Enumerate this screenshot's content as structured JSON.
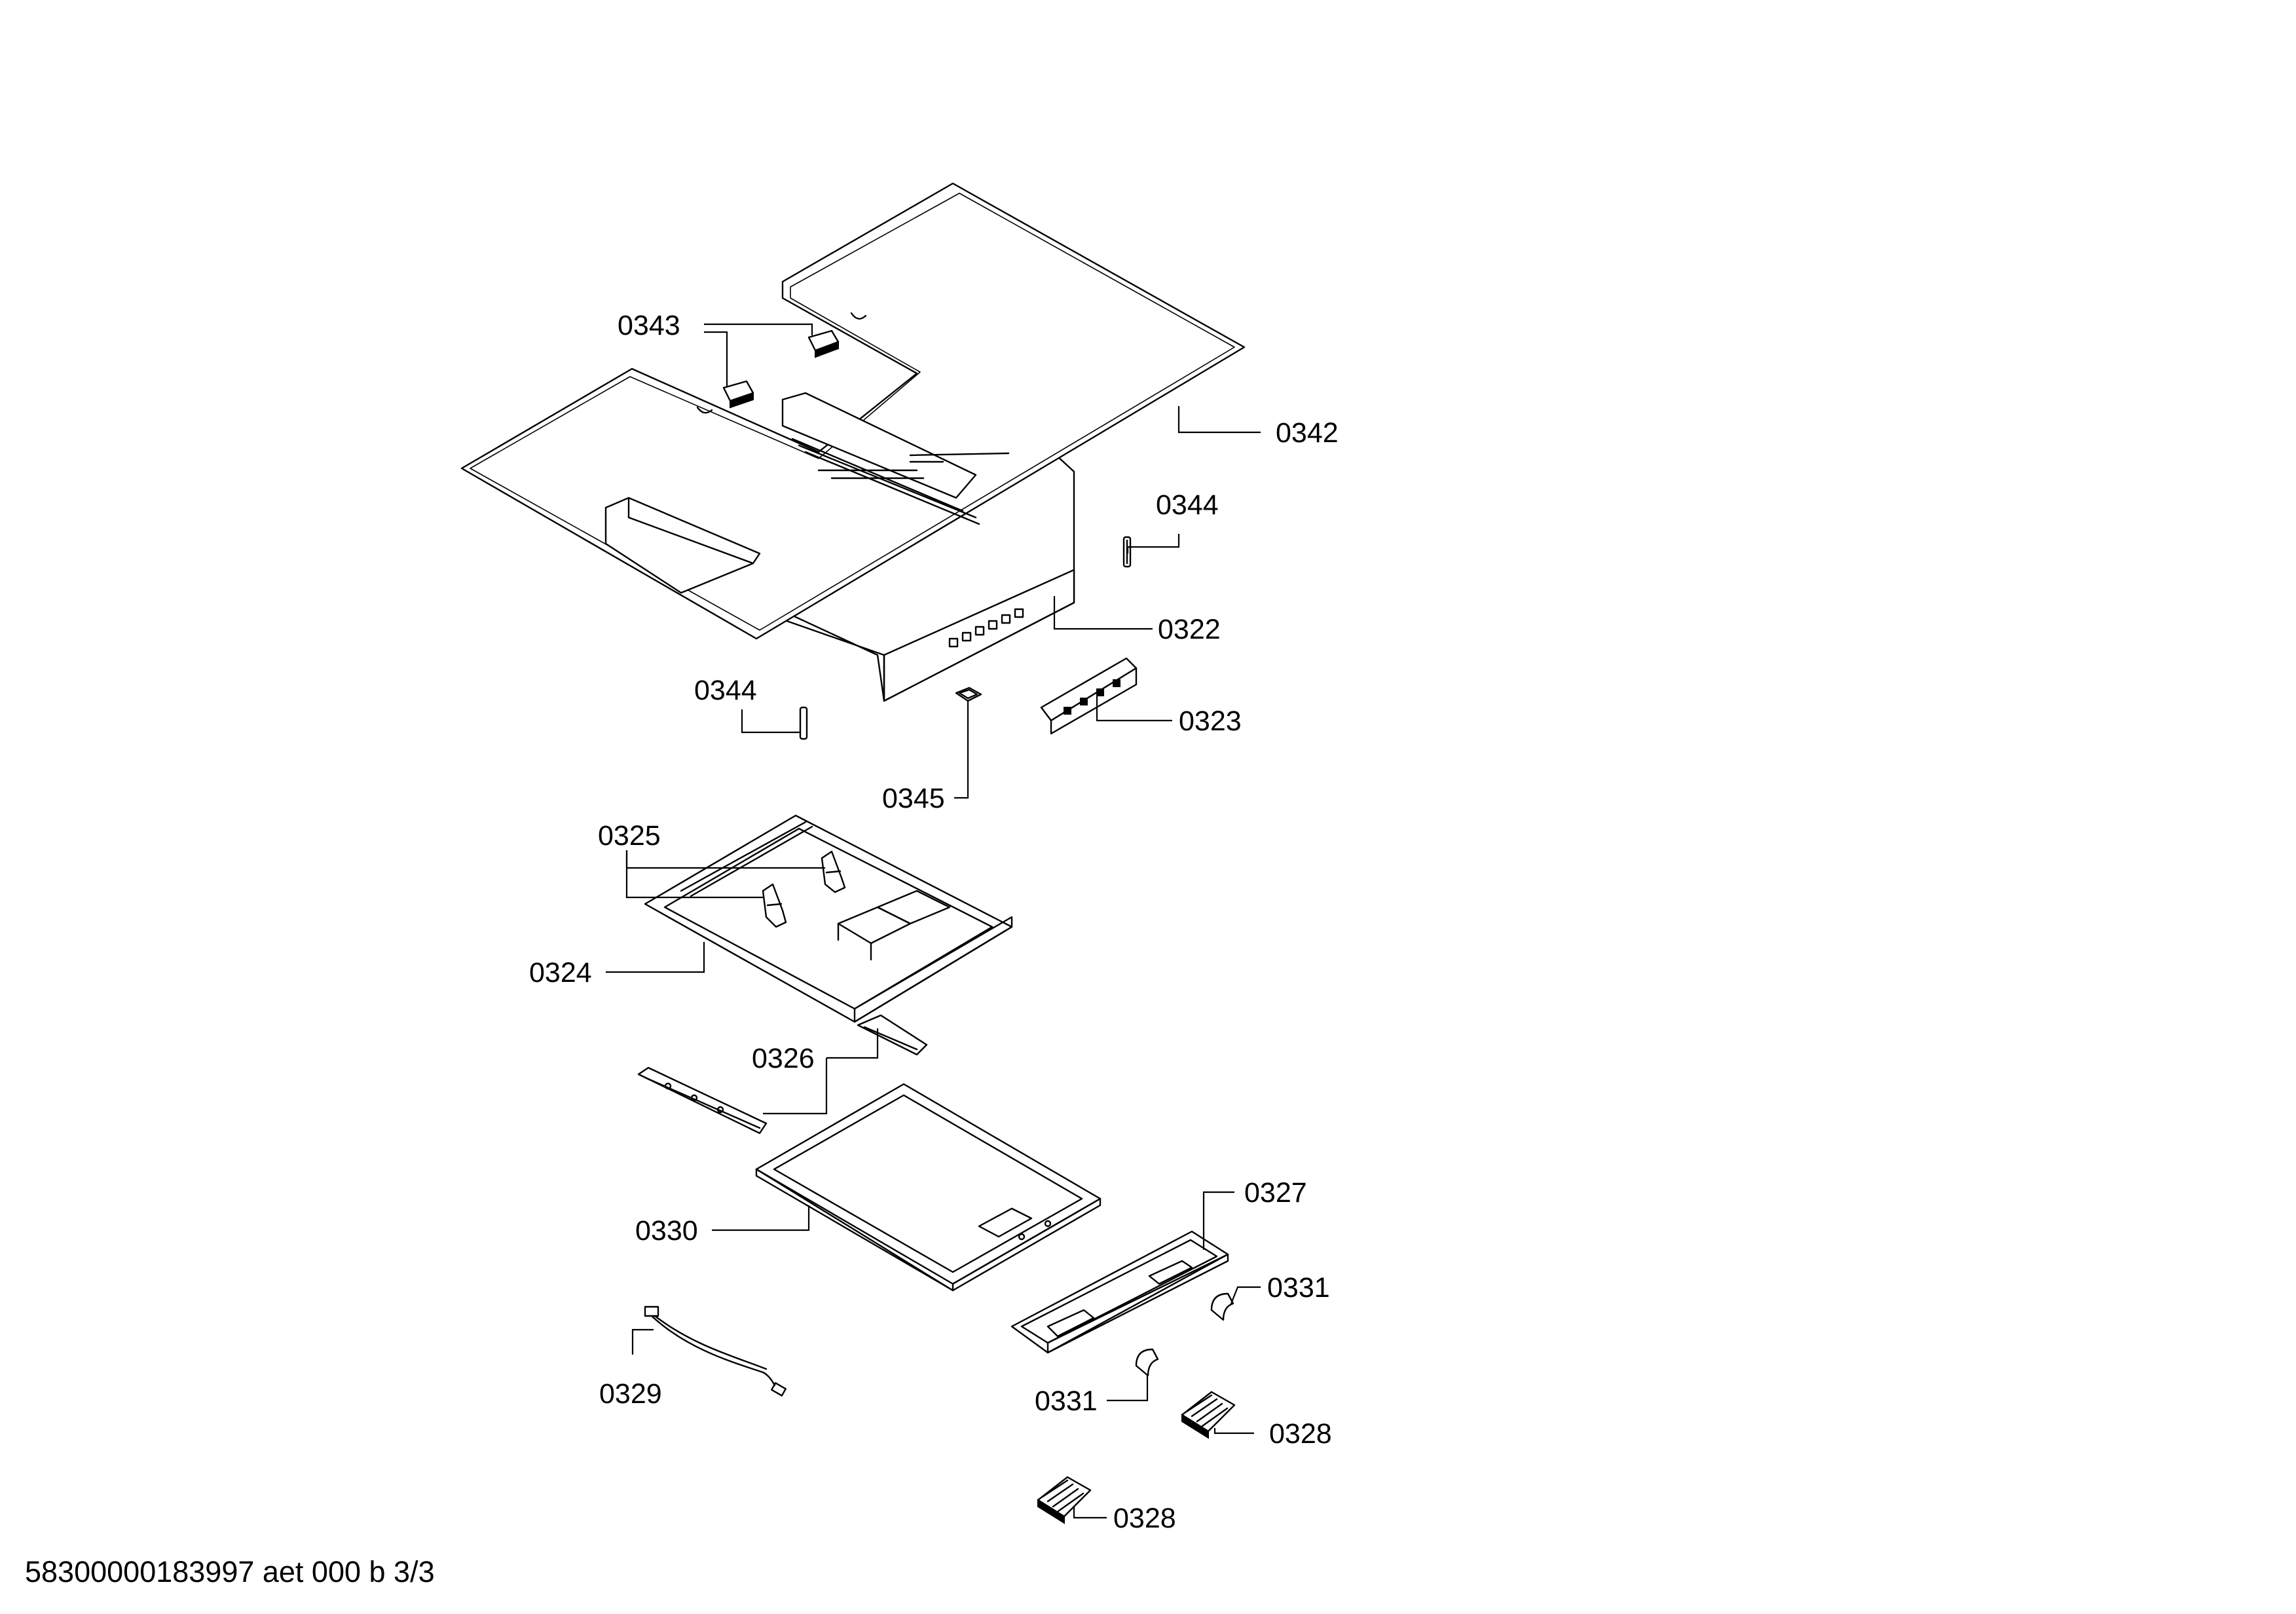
{
  "diagram": {
    "callouts": {
      "c0343": "0343",
      "c0342": "0342",
      "c0344a": "0344",
      "c0322": "0322",
      "c0344b": "0344",
      "c0323": "0323",
      "c0345": "0345",
      "c0325": "0325",
      "c0324": "0324",
      "c0326": "0326",
      "c0327": "0327",
      "c0330": "0330",
      "c0331a": "0331",
      "c0331b": "0331",
      "c0329": "0329",
      "c0328a": "0328",
      "c0328b": "0328"
    },
    "footer": "58300000183997 aet 000 b 3/3"
  }
}
